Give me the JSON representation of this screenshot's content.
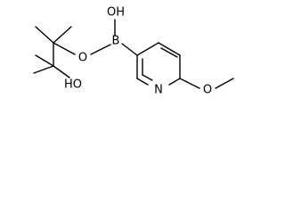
{
  "molecule": {
    "atoms": {
      "boron": "B",
      "boron_oh": "OH",
      "ester_o": "O",
      "tert_oh": "HO",
      "ring_n": "N",
      "methoxy_o": "O"
    }
  }
}
